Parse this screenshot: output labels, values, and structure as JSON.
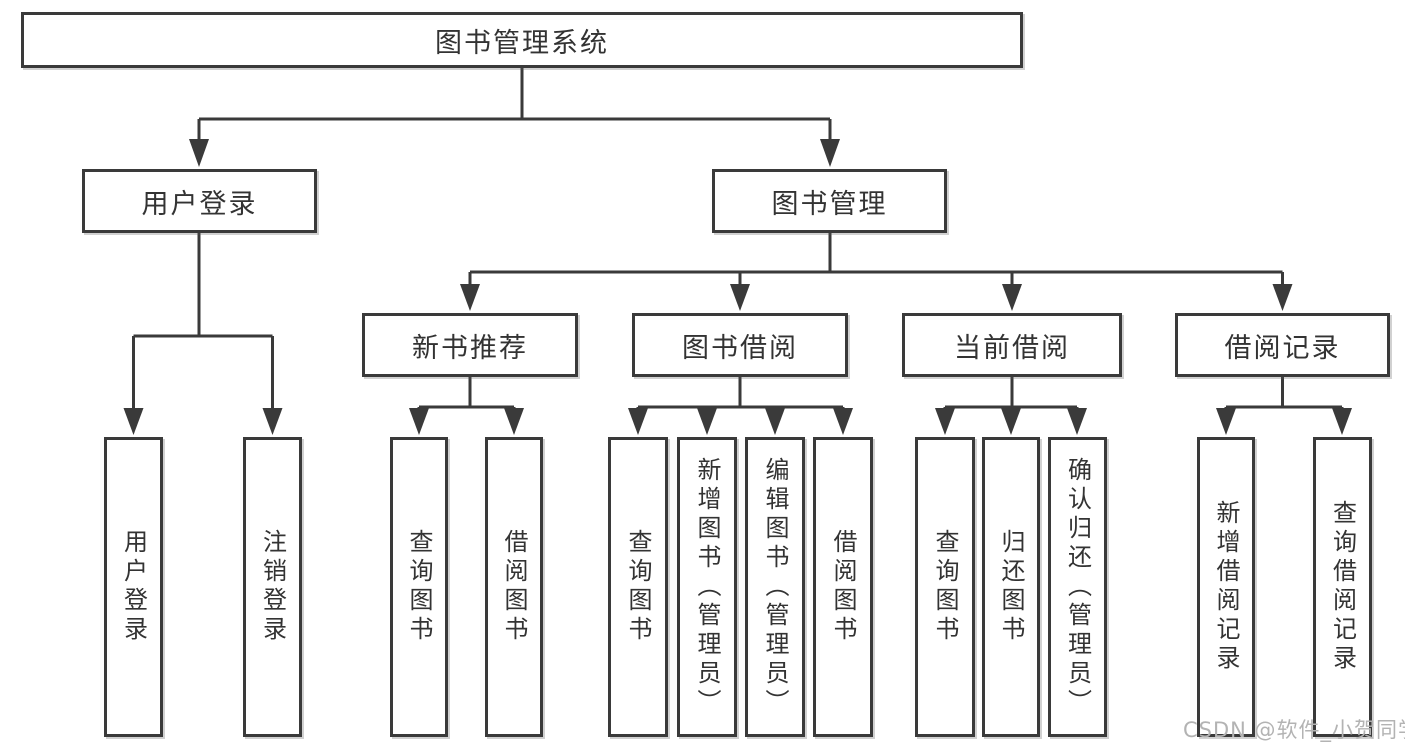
{
  "diagram_title": "图书管理系统",
  "tree": {
    "root": {
      "label": "图书管理系统"
    },
    "branches": [
      {
        "label": "用户登录",
        "children": [
          {
            "label": "用户登录"
          },
          {
            "label": "注销登录"
          }
        ]
      },
      {
        "label": "图书管理",
        "children": [
          {
            "label": "新书推荐",
            "children": [
              {
                "label": "查询图书"
              },
              {
                "label": "借阅图书"
              }
            ]
          },
          {
            "label": "图书借阅",
            "children": [
              {
                "label": "查询图书"
              },
              {
                "label": "新增图书（管理员）"
              },
              {
                "label": "编辑图书（管理员）"
              },
              {
                "label": "借阅图书"
              }
            ]
          },
          {
            "label": "当前借阅",
            "children": [
              {
                "label": "查询图书"
              },
              {
                "label": "归还图书"
              },
              {
                "label": "确认归还（管理员）"
              }
            ]
          },
          {
            "label": "借阅记录",
            "children": [
              {
                "label": "新增借阅记录"
              },
              {
                "label": "查询借阅记录"
              }
            ]
          }
        ]
      }
    ]
  },
  "watermark": "CSDN @软件_小贺同学",
  "colors": {
    "line": "#3a3a3a",
    "border": "#3a3a3a",
    "text": "#333333",
    "box_background": "#ffffff",
    "page_background": "#ffffff",
    "watermark": "#b3b3b3"
  }
}
